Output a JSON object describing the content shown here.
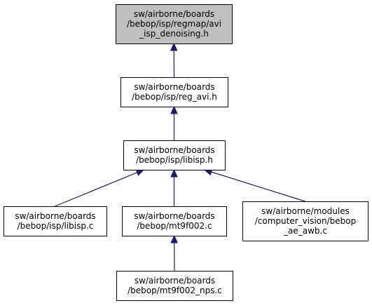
{
  "colors": {
    "root_fill": "#bfbfbf",
    "node_fill": "#ffffff",
    "edge": "#191970",
    "border": "#000000"
  },
  "nodes": [
    {
      "id": "regmap_avi_isp_denoising",
      "lines": [
        "sw/airborne/boards",
        "/bebop/isp/regmap/avi",
        "_isp_denoising.h"
      ],
      "root": true
    },
    {
      "id": "reg_avi",
      "lines": [
        "sw/airborne/boards",
        "/bebop/isp/reg_avi.h"
      ]
    },
    {
      "id": "libisp_h",
      "lines": [
        "sw/airborne/boards",
        "/bebop/isp/libisp.h"
      ]
    },
    {
      "id": "libisp_c",
      "lines": [
        "sw/airborne/boards",
        "/bebop/isp/libisp.c"
      ]
    },
    {
      "id": "mt9f002_c",
      "lines": [
        "sw/airborne/boards",
        "/bebop/mt9f002.c"
      ]
    },
    {
      "id": "bebop_ae_awb",
      "lines": [
        "sw/airborne/modules",
        "/computer_vision/bebop",
        "_ae_awb.c"
      ]
    },
    {
      "id": "mt9f002_nps",
      "lines": [
        "sw/airborne/boards",
        "/bebop/mt9f002_nps.c"
      ]
    }
  ],
  "edges": [
    {
      "from": "reg_avi",
      "to": "regmap_avi_isp_denoising"
    },
    {
      "from": "libisp_h",
      "to": "reg_avi"
    },
    {
      "from": "libisp_c",
      "to": "libisp_h"
    },
    {
      "from": "mt9f002_c",
      "to": "libisp_h"
    },
    {
      "from": "bebop_ae_awb",
      "to": "libisp_h"
    },
    {
      "from": "mt9f002_nps",
      "to": "mt9f002_c"
    }
  ]
}
